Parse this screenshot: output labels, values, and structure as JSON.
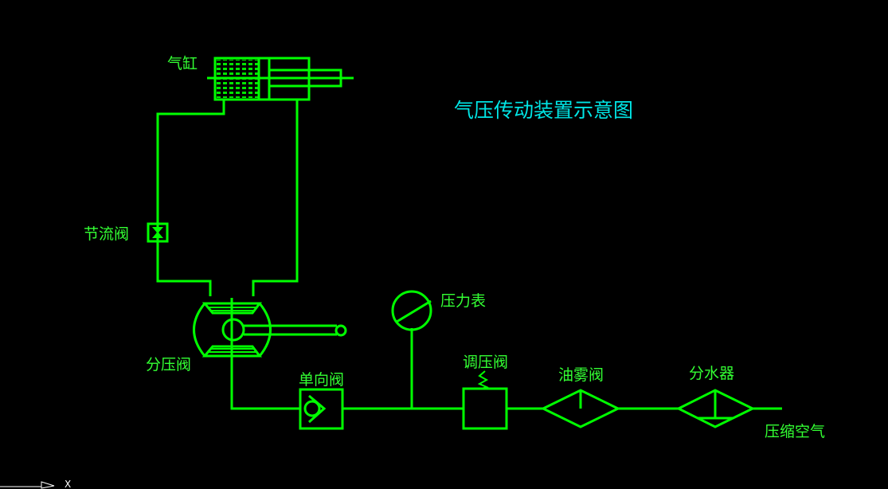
{
  "title": "气压传动装置示意图",
  "colors": {
    "background": "#000000",
    "line": "#00ff00",
    "label": "#33ff33",
    "title": "#00e5e5"
  },
  "labels": {
    "cylinder": "气缸",
    "throttle_valve": "节流阀",
    "distributing_valve": "分压阀",
    "check_valve": "单向阀",
    "pressure_gauge": "压力表",
    "pressure_regulator": "调压阀",
    "oil_mist_valve": "油雾阀",
    "water_separator": "分水器",
    "compressed_air": "压缩空气"
  },
  "ucs": {
    "x_label": "X"
  }
}
